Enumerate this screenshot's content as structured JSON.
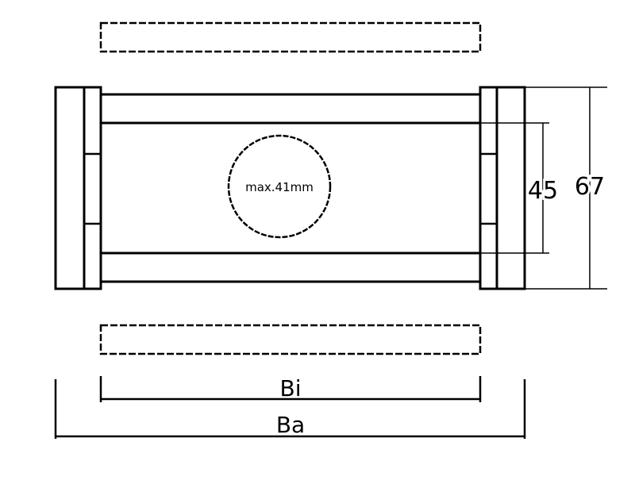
{
  "diagram": {
    "circle_label": "max.41mm",
    "dim_inner_height": "45",
    "dim_outer_height": "67",
    "dim_inner_width": "Bi",
    "dim_outer_width": "Ba",
    "line_color": "#000000",
    "background_color": "#ffffff"
  }
}
